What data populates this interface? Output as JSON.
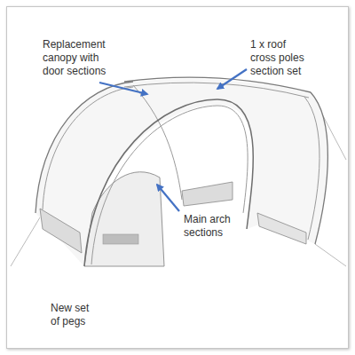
{
  "diagram": {
    "labels": [
      "Replacement canopy with door sections",
      "1 x roof cross poles section set",
      "Main arch sections",
      "New set of pegs"
    ]
  }
}
